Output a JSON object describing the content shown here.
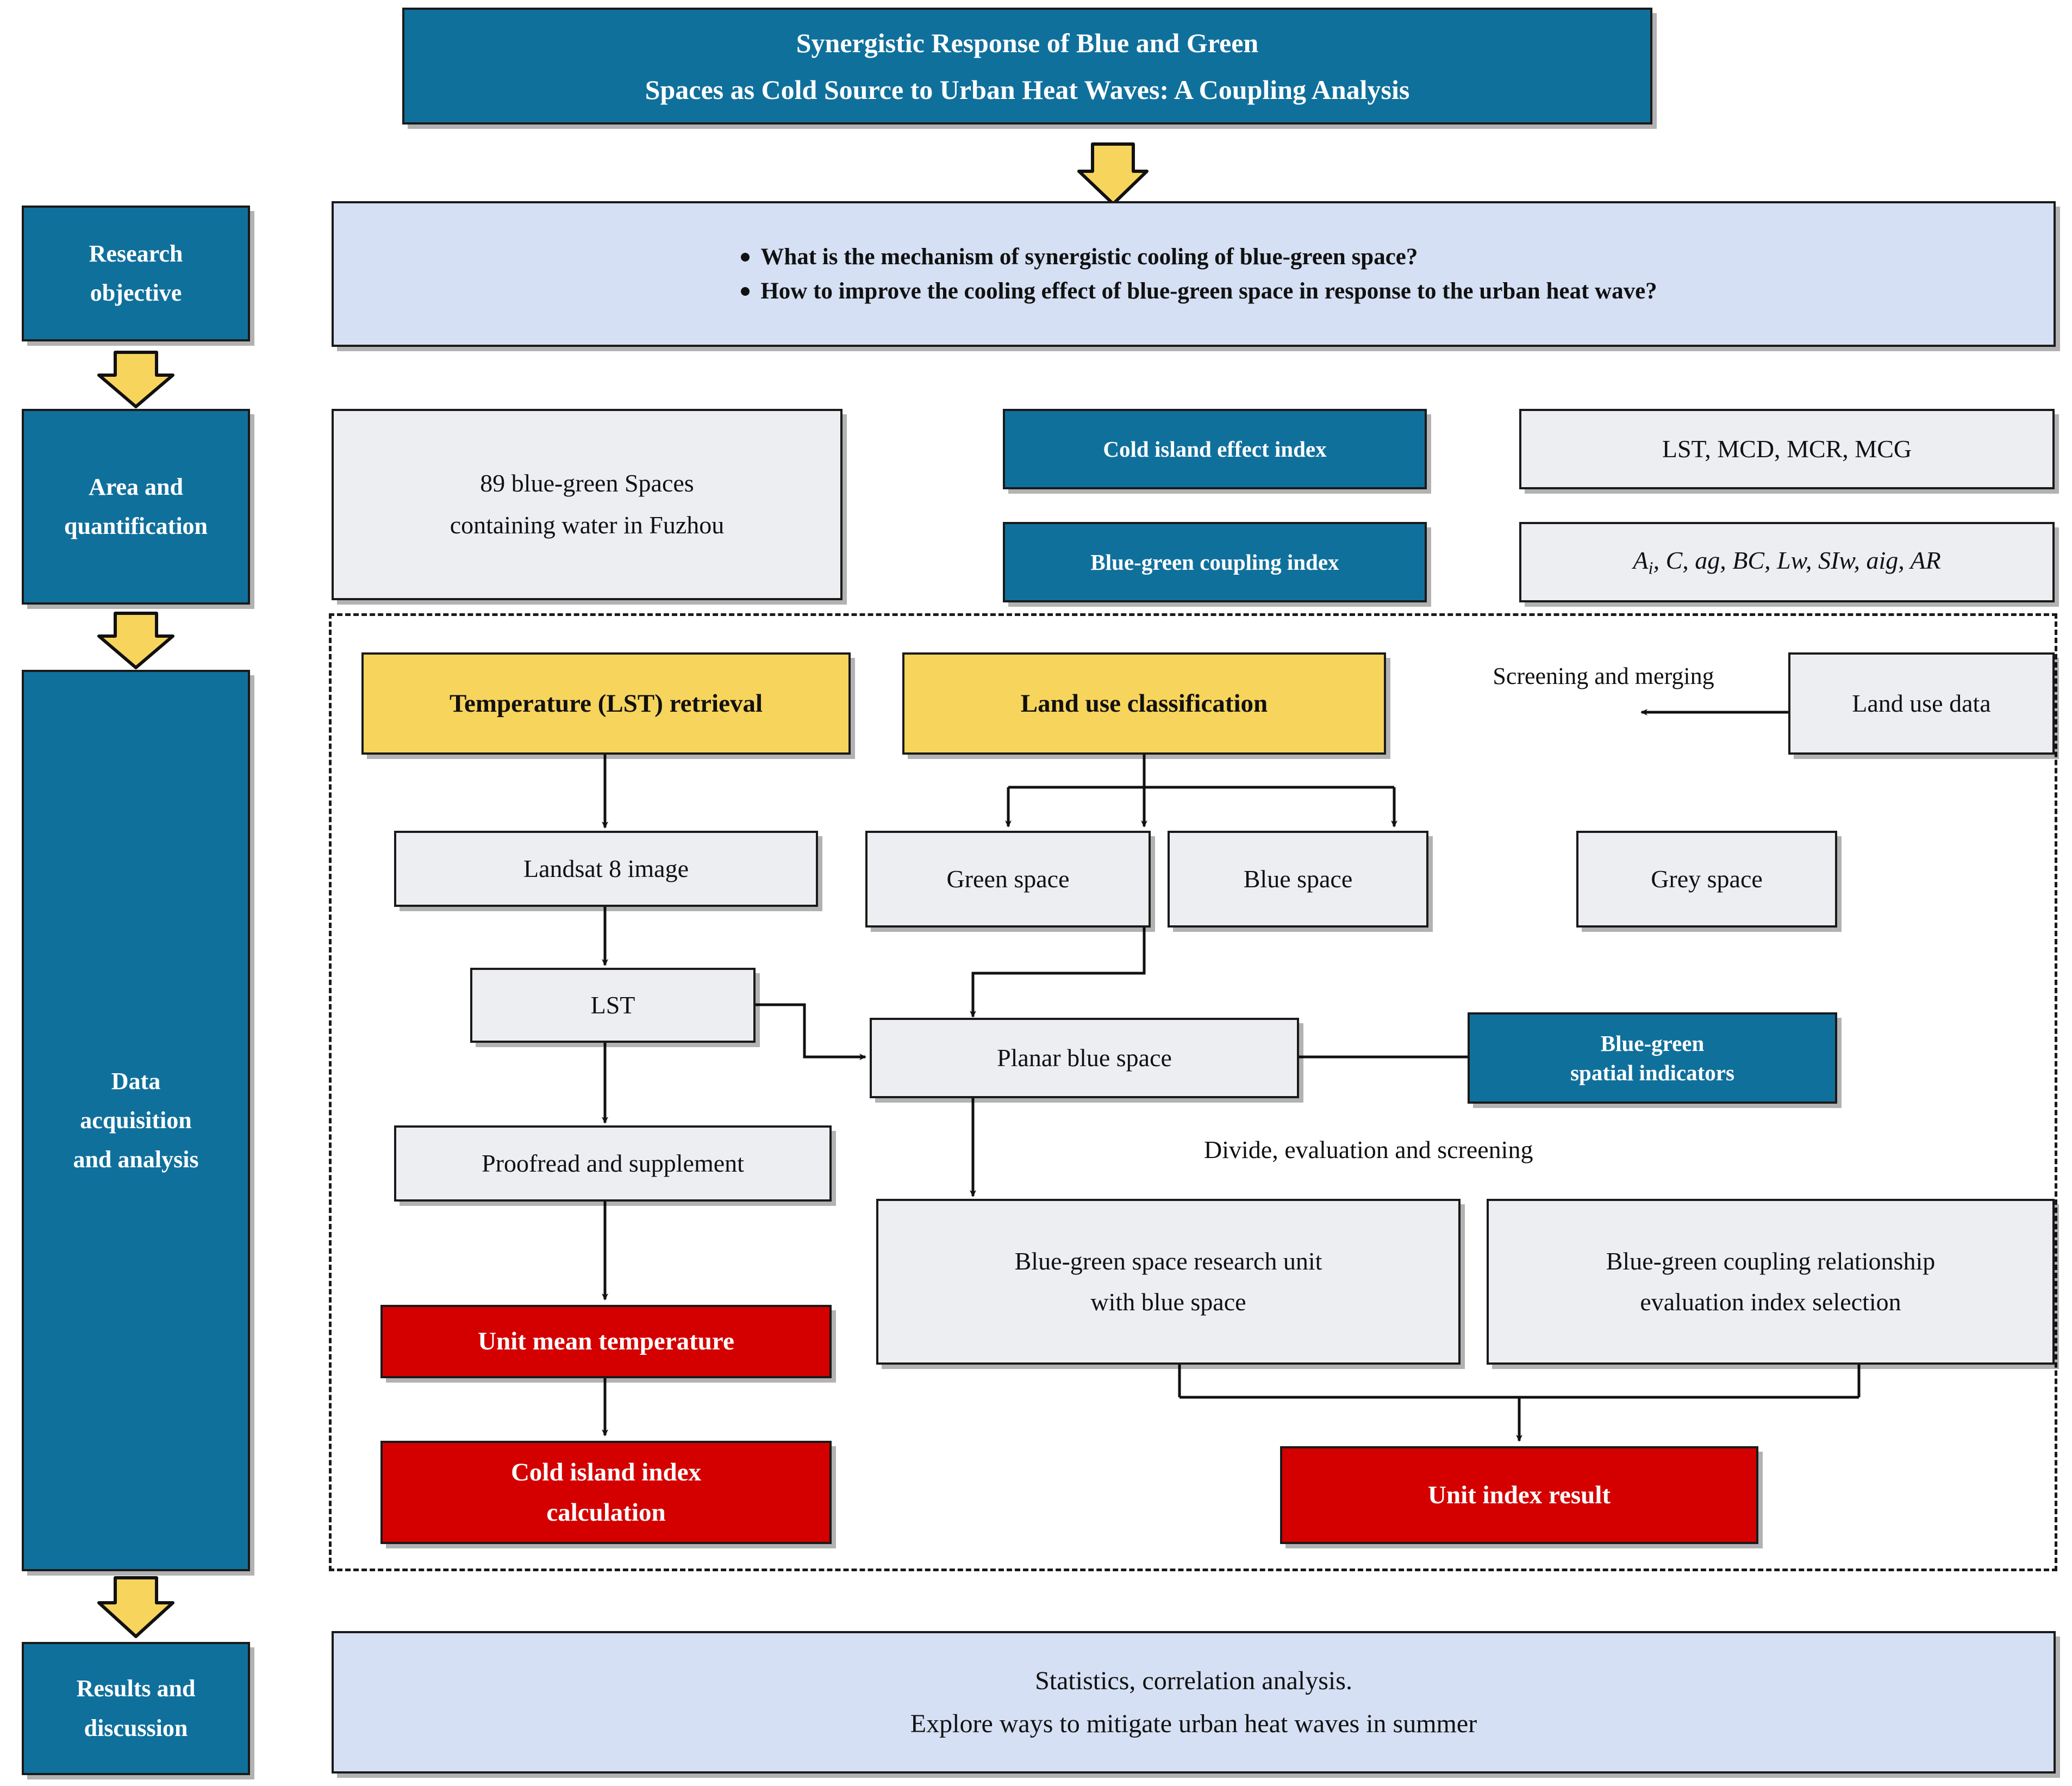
{
  "title": {
    "line1": "Synergistic Response of Blue and Green",
    "line2": "Spaces as Cold Source to Urban Heat Waves: A Coupling Analysis"
  },
  "stages": {
    "research_objective": "Research\nobjective",
    "research_objective_l1": "Research",
    "research_objective_l2": "objective",
    "area_quant_l1": "Area and",
    "area_quant_l2": "quantification",
    "data_l1": "Data",
    "data_l2": "acquisition",
    "data_l3": "and analysis",
    "results_l1": "Results and",
    "results_l2": "discussion"
  },
  "objectives": {
    "bullet1": "What is the mechanism of synergistic cooling of blue-green space?",
    "bullet2": "How to improve the cooling effect of blue-green space in response to the urban heat wave?"
  },
  "area": {
    "study_area_l1": "89 blue-green Spaces",
    "study_area_l2": "containing water in Fuzhou",
    "cold_island_index_label": "Cold island effect index",
    "cold_island_index_values": "LST, MCD, MCR, MCG",
    "coupling_index_label": "Blue-green coupling index",
    "coupling_index_values": "Ai, C, ag, BC, Lw, SIw, aig, AR"
  },
  "workflow": {
    "temperature_retrieval": "Temperature (LST) retrieval",
    "land_use_classification": "Land use classification",
    "land_use_data": "Land use data",
    "screening_and_merging": "Screening and merging",
    "landsat_image": "Landsat 8 image",
    "lst": "LST",
    "green_space": "Green space",
    "blue_space": "Blue space",
    "grey_space": "Grey space",
    "planar_blue_space": "Planar blue space",
    "spatial_indicators_l1": "Blue-green",
    "spatial_indicators_l2": "spatial indicators",
    "proofread": "Proofread and supplement",
    "divide_evaluate": "Divide, evaluation and screening",
    "research_unit_l1": "Blue-green space research unit",
    "research_unit_l2": "with blue space",
    "coupling_eval_l1": "Blue-green coupling relationship",
    "coupling_eval_l2": "evaluation index selection",
    "unit_mean_temperature": "Unit mean temperature",
    "cold_island_calc_l1": "Cold island index",
    "cold_island_calc_l2": "calculation",
    "unit_index_result": "Unit index result"
  },
  "results": {
    "line1": "Statistics, correlation analysis.",
    "line2": "Explore ways to mitigate urban heat waves in summer"
  },
  "colors": {
    "teal": "#10709c",
    "light_blue": "#d5e0f4",
    "grey": "#eceef2",
    "yellow": "#f7d45c",
    "red": "#d40000",
    "outline": "#1a1a1a"
  }
}
